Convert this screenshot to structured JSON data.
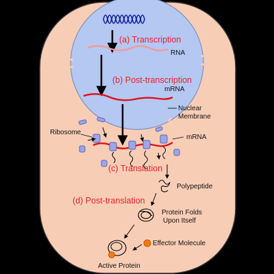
{
  "steps": {
    "transcription": "(a) Transcription",
    "post_transcription": "(b) Post-transcription",
    "translation": "(c) Translation",
    "post_translation": "(d) Post-translation"
  },
  "labels": {
    "rna": "RNA",
    "mrna_nucleus": "mRNA",
    "nuclear_line1": "Nuclear",
    "nuclear_line2": "Membrane",
    "ribosome": "Ribosome",
    "mrna_cytoplasm": "mRNA",
    "polypeptide": "Polypeptide",
    "folds_line1": "Protein Folds",
    "folds_line2": "Upon Itself",
    "effector": "Effector Molecule",
    "active_protein": "Active Protein"
  },
  "colors": {
    "cell_fill": "#f8cdb6",
    "cell_stroke": "#333333",
    "nucleus_fill": "#b4c8f2",
    "rna_light": "#f29a9a",
    "mrna_red": "#e0101a",
    "step_red": "#e8202a",
    "ribosome_fill": "#9ca6e8",
    "effector_orange": "#f47a10"
  }
}
